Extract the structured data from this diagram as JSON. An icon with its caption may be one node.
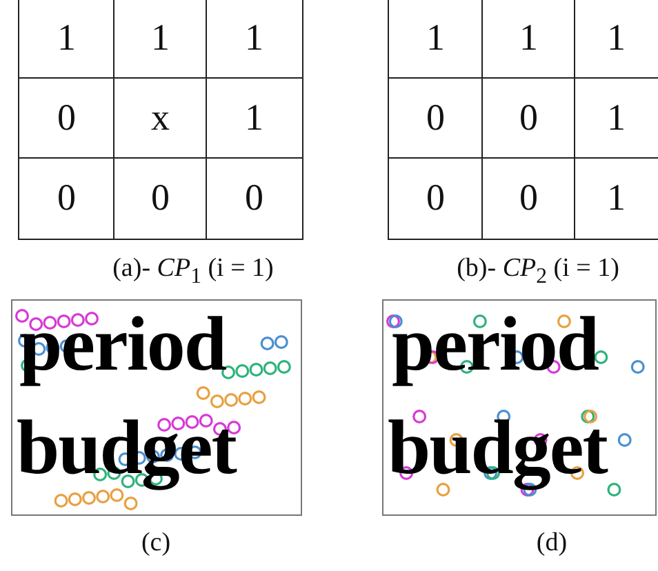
{
  "diagram": {
    "labels": [
      "1",
      "1",
      "1",
      "0",
      "x",
      "1",
      "0",
      "0",
      "0",
      "1",
      "1",
      "1",
      "0",
      "0",
      "1",
      "0",
      "0",
      "1",
      "(a)- *CP*$_{1}$ (i = 1)",
      "(b)- *CP*$_{2}$ (i = 1)",
      "period",
      "budget",
      "period",
      "budget",
      "(c)",
      "(d)"
    ]
  }
}
